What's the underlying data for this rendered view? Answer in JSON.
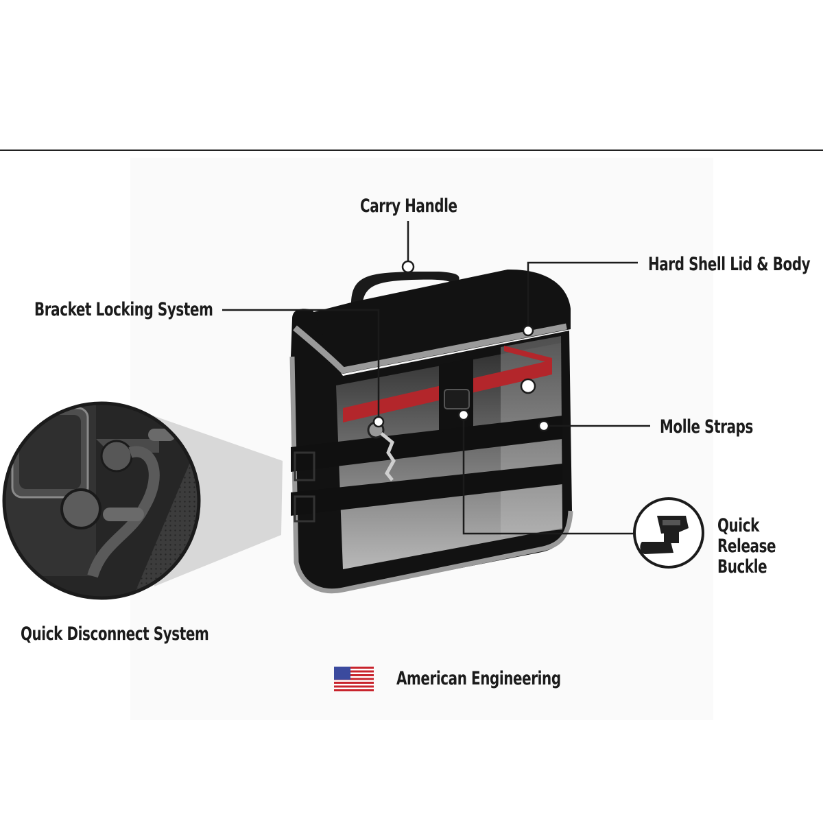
{
  "diagram": {
    "labels": {
      "carry_handle": "Carry Handle",
      "hard_shell": "Hard Shell Lid & Body",
      "bracket_locking": "Bracket Locking System",
      "molle_straps": "Molle Straps",
      "quick_release": "Quick Release\nBuckle",
      "quick_disconnect": "Quick Disconnect System"
    },
    "footer": {
      "text": "American Engineering",
      "icon": "us-flag-icon"
    },
    "colors": {
      "bag_body": "#121212",
      "trim": "#9a9a9a",
      "accent_strap": "#b3262b",
      "line": "#1b1b1b"
    }
  }
}
